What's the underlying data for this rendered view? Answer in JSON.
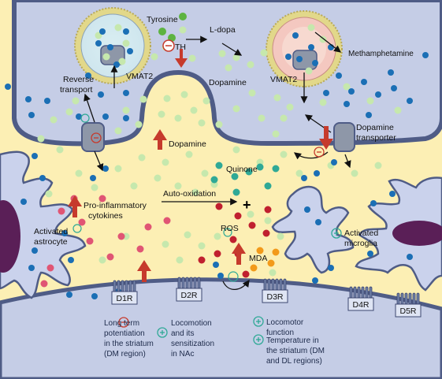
{
  "labels": {
    "tyrosine": "Tyrosine",
    "th": "TH",
    "ldopa": "L-dopa",
    "dopamine_vesicle": "Dopamine",
    "methamphetamine": "Methamphetamine",
    "vmat2_left": "VMAT2",
    "vmat2_right": "VMAT2",
    "reverse_transport_1": "Reverse",
    "reverse_transport_2": "transport",
    "dopamine_transporter_1": "Dopamine",
    "dopamine_transporter_2": "transporter",
    "dopamine_release": "Dopamine",
    "quinone": "Quinone",
    "auto_oxidation": "Auto-oxidation",
    "plus_sign": "+",
    "ros": "ROS",
    "mda": "MDA",
    "cytokines_1": "Pro-inflammatory",
    "cytokines_2": "cytokines",
    "astrocyte_1": "Activated",
    "astrocyte_2": "astrocyte",
    "microglia_1": "Activated",
    "microglia_2": "microglia"
  },
  "receptors": [
    "D1R",
    "D2R",
    "D3R",
    "D4R",
    "D5R"
  ],
  "effects": {
    "d1r": [
      "Long term",
      "potentiation",
      "in the striatum",
      "(DM region)"
    ],
    "d2r": [
      "Locomotion",
      "and its",
      "sensitization",
      "in NAc"
    ],
    "d3r_a": [
      "Locomotor",
      "function"
    ],
    "d3r_b": [
      "Temperature in",
      "the striatum (DM",
      "and DL regions)"
    ]
  },
  "colors": {
    "presynaptic": "#c5cde6",
    "membrane": "#4f5c86",
    "cleft": "#fcefb4",
    "dopamine": "#c6e8ad",
    "methamphetamine": "#1b6fb5",
    "tyrosine": "#5db341",
    "quinone": "#2fa996",
    "ros": "#c0202f",
    "mda": "#f29a1a",
    "cytokine": "#e05574",
    "glia": "#cad2ec",
    "nucleus": "#5a1f57",
    "arrow_red": "#c63a2c"
  }
}
